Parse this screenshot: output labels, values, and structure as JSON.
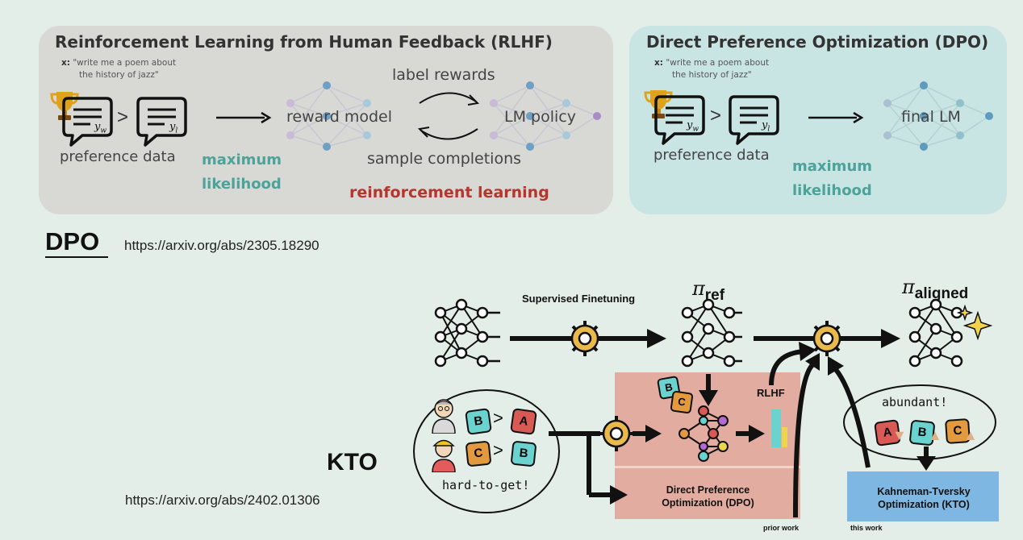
{
  "rlhf": {
    "title": "Reinforcement Learning from Human Feedback (RLHF)",
    "prompt_label": "x:",
    "prompt_line1": "\"write me a poem about",
    "prompt_line2": "the history of jazz\"",
    "yw": "y",
    "yw_sub": "w",
    "yl": "y",
    "yl_sub": "l",
    "preference_data": "preference data",
    "max_likelihood_1": "maximum",
    "max_likelihood_2": "likelihood",
    "reward_model": "reward model",
    "label_rewards": "label rewards",
    "lm_policy": "LM policy",
    "sample_completions": "sample completions",
    "reinforcement_learning": "reinforcement learning"
  },
  "dpo_panel": {
    "title": "Direct Preference Optimization (DPO)",
    "prompt_label": "x:",
    "prompt_line1": "\"write me a poem about",
    "prompt_line2": "the history of jazz\"",
    "yw": "y",
    "yw_sub": "w",
    "yl": "y",
    "yl_sub": "l",
    "preference_data": "preference data",
    "final_lm": "final LM",
    "max_likelihood_1": "maximum",
    "max_likelihood_2": "likelihood"
  },
  "dpo_ref": {
    "label": "DPO",
    "url": "https://arxiv.org/abs/2305.18290"
  },
  "kto_ref": {
    "label": "KTO",
    "url": "https://arxiv.org/abs/2402.01306"
  },
  "kto_fig": {
    "supervised_finetuning": "Supervised Finetuning",
    "pi": "π",
    "ref_sub": "ref",
    "aligned_sub": "aligned",
    "rlhf": "RLHF",
    "dpo_box_1": "Direct Preference",
    "dpo_box_2": "Optimization (DPO)",
    "kto_box_1": "Kahneman-Tversky",
    "kto_box_2": "Optimization (KTO)",
    "hard_to_get": "hard-to-get!",
    "abundant": "abundant!",
    "prior_work": "prior work",
    "this_work": "this work",
    "letter_a": "A",
    "letter_b": "B",
    "letter_c": "C"
  },
  "colors": {
    "rlhf_panel": "#d8d8d4",
    "dpo_panel": "#c9e5e3",
    "teal_text": "#4da39a",
    "red_text": "#b5362d",
    "salmon_box": "#e2ada0",
    "blue_box": "#7fb7e3"
  }
}
